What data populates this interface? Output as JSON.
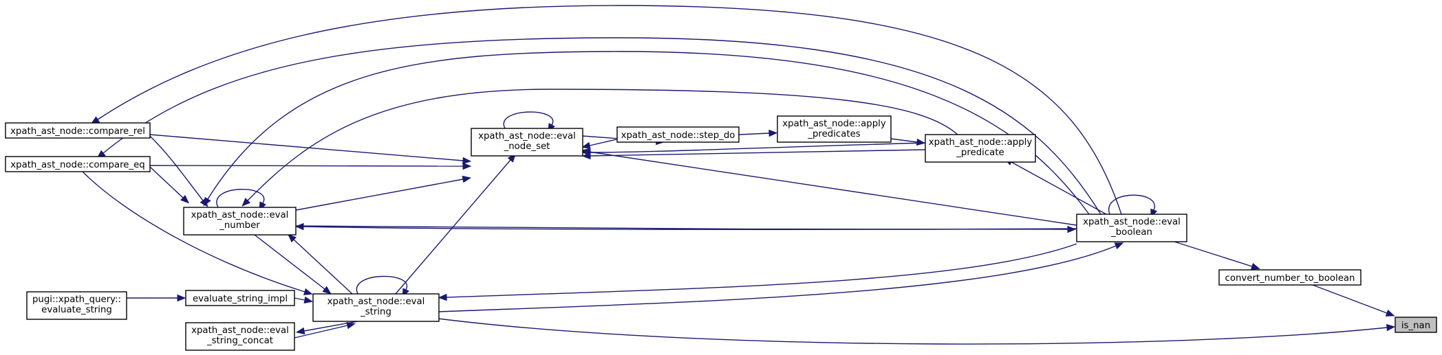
{
  "graph": {
    "edge_color": "#191970",
    "highlight_fill": "#bfbfbf",
    "nodes": {
      "is_nan": {
        "lines": [
          "is_nan"
        ]
      },
      "convert_number_to_boolean": {
        "lines": [
          "convert_number_to_boolean"
        ]
      },
      "eval_boolean": {
        "lines": [
          "xpath_ast_node::eval",
          "_boolean"
        ]
      },
      "eval_string": {
        "lines": [
          "xpath_ast_node::eval",
          "_string"
        ]
      },
      "eval_number": {
        "lines": [
          "xpath_ast_node::eval",
          "_number"
        ]
      },
      "eval_node_set": {
        "lines": [
          "xpath_ast_node::eval",
          "_node_set"
        ]
      },
      "step_do": {
        "lines": [
          "xpath_ast_node::step_do"
        ]
      },
      "apply_predicates": {
        "lines": [
          "xpath_ast_node::apply",
          "_predicates"
        ]
      },
      "apply_predicate": {
        "lines": [
          "xpath_ast_node::apply",
          "_predicate"
        ]
      },
      "compare_rel": {
        "lines": [
          "xpath_ast_node::compare_rel"
        ]
      },
      "compare_eq": {
        "lines": [
          "xpath_ast_node::compare_eq"
        ]
      },
      "evaluate_string_impl": {
        "lines": [
          "evaluate_string_impl"
        ]
      },
      "evaluate_string": {
        "lines": [
          "pugi::xpath_query::",
          "evaluate_string"
        ]
      },
      "eval_string_concat": {
        "lines": [
          "xpath_ast_node::eval",
          "_string_concat"
        ]
      }
    }
  }
}
